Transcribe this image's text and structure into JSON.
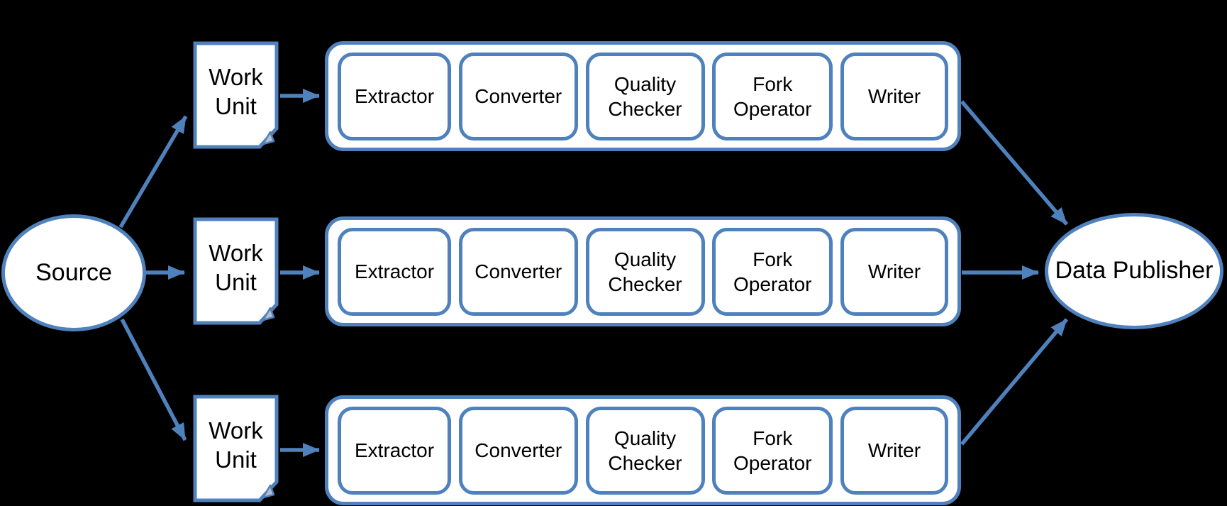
{
  "diagram": {
    "background_color": "#000000",
    "shape_fill": "#ffffff",
    "border_color": "#4f81bd",
    "arrow_color": "#4f81bd",
    "text_color": "#000000",
    "fold_fill": "#b7bfcc"
  },
  "nodes": {
    "source": {
      "label": "Source",
      "shape": "ellipse"
    },
    "data_publisher": {
      "label": "Data Publisher",
      "shape": "ellipse"
    }
  },
  "work_units": [
    {
      "label": "Work Unit"
    },
    {
      "label": "Work Unit"
    },
    {
      "label": "Work Unit"
    }
  ],
  "pipelines": [
    {
      "stages": [
        "Extractor",
        "Converter",
        "Quality Checker",
        "Fork Operator",
        "Writer"
      ]
    },
    {
      "stages": [
        "Extractor",
        "Converter",
        "Quality Checker",
        "Fork Operator",
        "Writer"
      ]
    },
    {
      "stages": [
        "Extractor",
        "Converter",
        "Quality Checker",
        "Fork Operator",
        "Writer"
      ]
    }
  ],
  "edges": [
    {
      "from": "source",
      "to": "work-unit-1"
    },
    {
      "from": "source",
      "to": "work-unit-2"
    },
    {
      "from": "source",
      "to": "work-unit-3"
    },
    {
      "from": "work-unit-1",
      "to": "pipeline-1"
    },
    {
      "from": "work-unit-2",
      "to": "pipeline-2"
    },
    {
      "from": "work-unit-3",
      "to": "pipeline-3"
    },
    {
      "from": "pipeline-1",
      "to": "data_publisher"
    },
    {
      "from": "pipeline-2",
      "to": "data_publisher"
    },
    {
      "from": "pipeline-3",
      "to": "data_publisher"
    }
  ]
}
